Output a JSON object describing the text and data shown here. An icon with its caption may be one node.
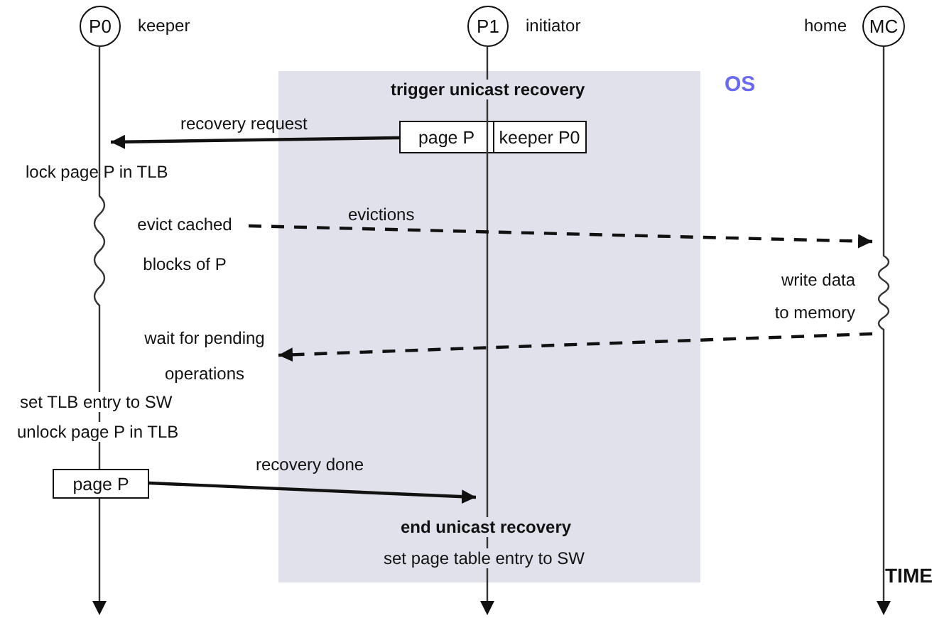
{
  "diagram": {
    "nodes": [
      {
        "text": [
          "P0"
        ],
        "beside": [
          "keeper"
        ]
      },
      {
        "text": [
          "P1"
        ],
        "beside": [
          "initiator"
        ]
      },
      {
        "text": [
          "MC"
        ],
        "beside": [
          "home"
        ]
      },
      {
        "text": [
          "OS"
        ]
      },
      {
        "text": [
          "page P",
          "keeper P0"
        ],
        "in": 3
      },
      {
        "text": [],
        "shape": "bar"
      },
      {
        "text": [],
        "shape": "bar"
      },
      {
        "text": [],
        "shape": "bar"
      },
      {
        "text": [
          "page P"
        ]
      }
    ],
    "edges": [
      {
        "from": 4,
        "to": 5,
        "arrow": "to",
        "label": "recovery request"
      },
      {
        "from": null,
        "to": 7,
        "arrow": "to",
        "label": "evictions",
        "style": "dashed"
      },
      {
        "from": 7,
        "to": 3,
        "arrow": "to",
        "style": "dashed"
      },
      {
        "from": 8,
        "to": 6,
        "arrow": "to",
        "label": "recovery done"
      }
    ],
    "labels": [
      "trigger unicast recovery",
      "lock page P in TLB",
      "evict cached blocks of P",
      "write data to memory",
      "wait for pending operations",
      "set TLB entry to SW",
      "unlock page P in TLB",
      "end unicast recovery",
      "set page table entry to SW",
      "TIME"
    ]
  }
}
